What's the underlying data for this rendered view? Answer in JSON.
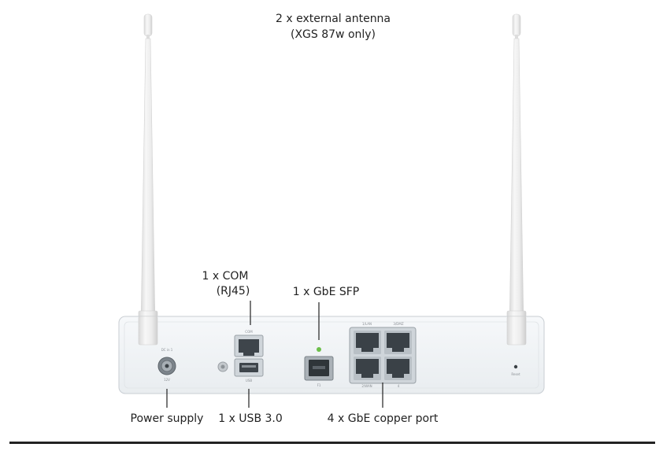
{
  "callouts": {
    "antenna": [
      "2 x external antenna",
      "(XGS 87w only)"
    ],
    "com": [
      "1 x COM",
      "(RJ45)"
    ],
    "sfp": "1 x GbE SFP",
    "power": "Power supply",
    "usb": "1 x USB 3.0",
    "copper": "4 x GbE copper port"
  },
  "panel_text": {
    "power_top": "DC in 1",
    "power_bottom": "12V",
    "com_label": "COM",
    "usb_label": "USB",
    "sfp_label": "F1",
    "port_1": "1/LAN",
    "port_3": "3/DMZ",
    "port_2": "2/WAN",
    "port_4": "4",
    "reset": "Reset"
  },
  "colors": {
    "chassis": "#f3f6f8",
    "chassis_border": "#c9ced3",
    "antenna": "#eeeeee",
    "sfp_led": "#6cbf4a",
    "rule": "#222222"
  }
}
